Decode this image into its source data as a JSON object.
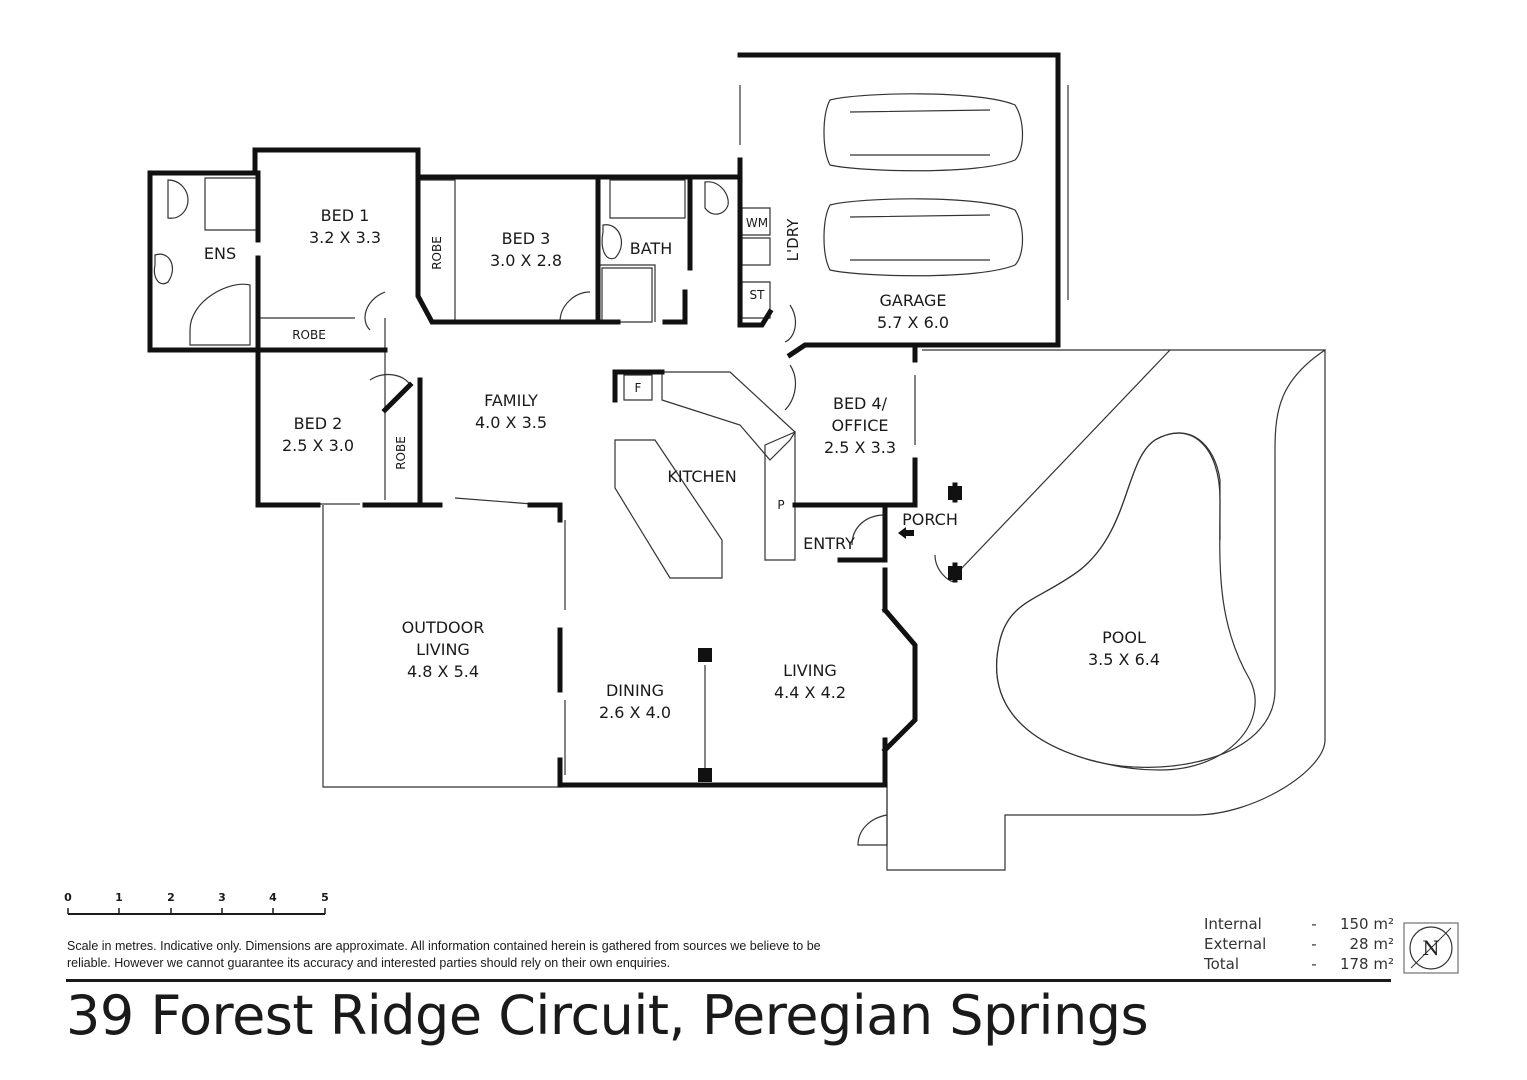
{
  "rooms": {
    "bed1": {
      "name": "BED 1",
      "dims": "3.2 X 3.3"
    },
    "bed2": {
      "name": "BED 2",
      "dims": "2.5 X 3.0"
    },
    "bed3": {
      "name": "BED 3",
      "dims": "3.0 X 2.8"
    },
    "bed4": {
      "name1": "BED 4/",
      "name2": "OFFICE",
      "dims": "2.5 X 3.3"
    },
    "ens": {
      "name": "ENS"
    },
    "bath": {
      "name": "BATH"
    },
    "robe": "ROBE",
    "ldry": "L'DRY",
    "wm": "WM",
    "st": "ST",
    "garage": {
      "name": "GARAGE",
      "dims": "5.7 X 6.0"
    },
    "family": {
      "name": "FAMILY",
      "dims": "4.0 X 3.5"
    },
    "kitchen": {
      "name": "KITCHEN"
    },
    "fridge": "F",
    "pantry": "P",
    "entry": "ENTRY",
    "porch": "PORCH",
    "outdoor": {
      "name1": "OUTDOOR",
      "name2": "LIVING",
      "dims": "4.8 X 5.4"
    },
    "dining": {
      "name": "DINING",
      "dims": "2.6 X 4.0"
    },
    "living": {
      "name": "LIVING",
      "dims": "4.4 X 4.2"
    },
    "pool": {
      "name": "POOL",
      "dims": "3.5 X 6.4"
    }
  },
  "scale": {
    "ticks": [
      "0",
      "1",
      "2",
      "3",
      "4",
      "5"
    ]
  },
  "disclaimer": "Scale in metres. Indicative only. Dimensions are approximate. All information contained herein is gathered from sources we believe to be reliable. However we cannot guarantee its accuracy and interested parties should rely on their own enquiries.",
  "areas": [
    {
      "label": "Internal",
      "dash": "-",
      "value": "150 m²"
    },
    {
      "label": "External",
      "dash": "-",
      "value": "28 m²"
    },
    {
      "label": "Total",
      "dash": "-",
      "value": "178 m²"
    }
  ],
  "compass": "N",
  "address": "39 Forest Ridge Circuit, Peregian Springs"
}
